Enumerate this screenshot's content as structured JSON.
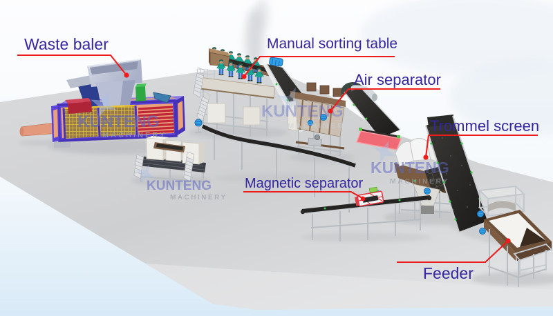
{
  "scene": {
    "type": "3d-render of municipal waste sorting plant line",
    "background_sky": "#fbfcfd",
    "background_ground": "#d3d4d6",
    "background_lower_tint": "#dcecf8"
  },
  "labels": {
    "waste_baler": "Waste baler",
    "manual_sorting_table": "Manual sorting table",
    "air_separator": "Air separator",
    "trommel_screen": "Trommel screen",
    "magnetic_separator": "Magnetic separator",
    "feeder": "Feeder"
  },
  "watermark": {
    "brand": "KUNTENG",
    "subtitle": "MACHINERY"
  },
  "colors": {
    "label_text": "#34279f",
    "leader_line": "#ee1b1b",
    "watermark_brand": "#5d66c4",
    "watermark_subtitle": "#989da6",
    "baler_frame": "#5a43d6",
    "baler_mesh_yellow": "#ecd23c",
    "baler_slat_red": "#c22636",
    "conveyor_belt": "#23211f",
    "machine_brown": "#8a6a50",
    "motor_blue": "#2f9fe6",
    "worker_shirt": "#17a390",
    "worker_pants": "#2e6fc4",
    "magnetic_separator_red": "#e03c46"
  },
  "machines": [
    {
      "id": "waste-baler",
      "label": "Waste baler"
    },
    {
      "id": "manual-sorting-table",
      "label": "Manual sorting table"
    },
    {
      "id": "air-separator",
      "label": "Air separator"
    },
    {
      "id": "trommel-screen",
      "label": "Trommel screen"
    },
    {
      "id": "magnetic-separator",
      "label": "Magnetic separator"
    },
    {
      "id": "feeder",
      "label": "Feeder"
    }
  ]
}
